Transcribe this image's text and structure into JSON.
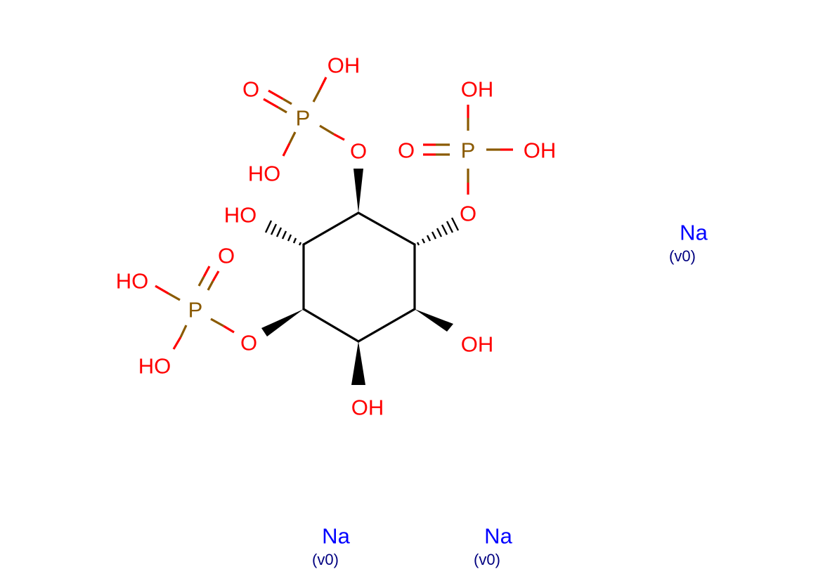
{
  "diagram": {
    "type": "chemical-structure",
    "colors": {
      "bond": "#000000",
      "oxygen": "#ff0000",
      "phosphorus": "#8a5a00",
      "sodium": "#0000ff",
      "annotation": "#000080",
      "background": "#ffffff"
    },
    "ring_atoms": [
      "C",
      "C",
      "C",
      "C",
      "C",
      "C"
    ],
    "labels": {
      "p1": {
        "o_dbl": "O",
        "oh_top": "OH",
        "p": "P",
        "ho_bottom": "HO",
        "o_link": "O"
      },
      "p2": {
        "oh_top": "OH",
        "o_dbl": "O",
        "p": "P",
        "oh_right": "OH",
        "o_link": "O"
      },
      "p3": {
        "o_dbl": "O",
        "ho_top": "HO",
        "p": "P",
        "ho_bottom": "HO",
        "o_link": "O"
      },
      "ho_upper_left": "HO",
      "oh_lower_right": "OH",
      "oh_bottom": "OH"
    },
    "counterions": [
      {
        "symbol": "Na",
        "note": "(v0)"
      },
      {
        "symbol": "Na",
        "note": "(v0)"
      },
      {
        "symbol": "Na",
        "note": "(v0)"
      }
    ]
  }
}
